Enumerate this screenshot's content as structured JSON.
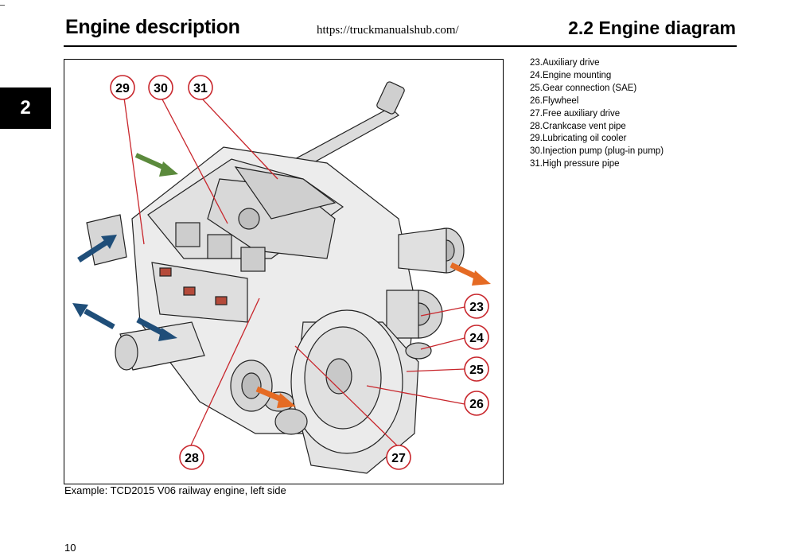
{
  "header": {
    "title_left": "Engine description",
    "url": "https://truckmanualshub.com/",
    "title_right": "2.2 Engine diagram"
  },
  "chapter_tab": "2",
  "figure": {
    "caption": "Example: TCD2015 V06 railway engine, left side",
    "callouts": [
      {
        "label": "29"
      },
      {
        "label": "30"
      },
      {
        "label": "31"
      },
      {
        "label": "23"
      },
      {
        "label": "24"
      },
      {
        "label": "25"
      },
      {
        "label": "26"
      },
      {
        "label": "28"
      },
      {
        "label": "27"
      }
    ],
    "colors": {
      "callout_stroke": "#c8262c",
      "arrow_green": "#5b8a3c",
      "arrow_blue": "#1f4e79",
      "arrow_orange": "#e56b24"
    }
  },
  "legend": [
    "23.Auxiliary drive",
    "24.Engine mounting",
    "25.Gear connection (SAE)",
    "26.Flywheel",
    "27.Free auxiliary drive",
    "28.Crankcase vent pipe",
    "29.Lubricating oil cooler",
    "30.Injection pump (plug-in pump)",
    "31.High pressure pipe"
  ],
  "page_number": "10"
}
